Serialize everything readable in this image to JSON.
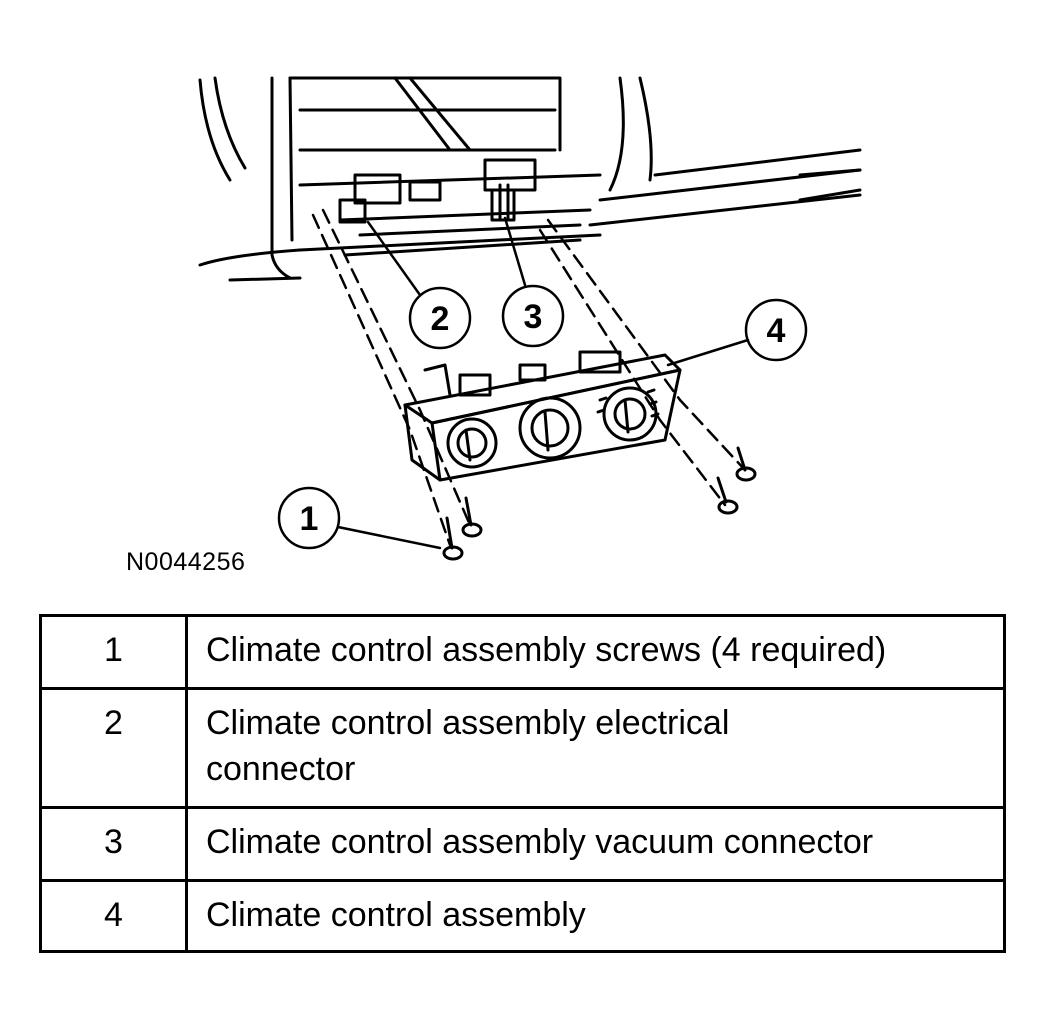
{
  "figure": {
    "code": "N0044256",
    "callouts": [
      "1",
      "2",
      "3",
      "4"
    ]
  },
  "legend": [
    {
      "num": "1",
      "desc": "Climate control assembly screws (4 required)"
    },
    {
      "num": "2",
      "desc": "Climate control assembly electrical connector"
    },
    {
      "num": "3",
      "desc": "Climate control assembly vacuum connector"
    },
    {
      "num": "4",
      "desc": "Climate control assembly"
    }
  ]
}
